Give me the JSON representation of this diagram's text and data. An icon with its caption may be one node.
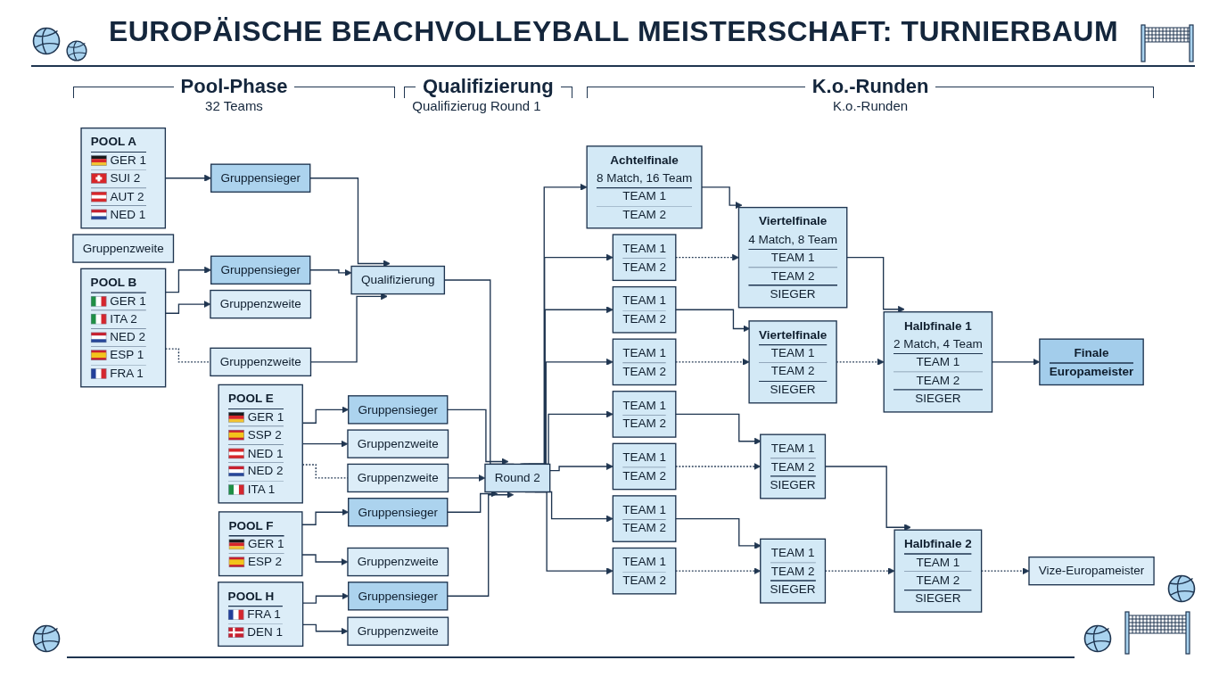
{
  "diagram": {
    "title": "EUROPÄISCHE BEACHVOLLEYBALL MEISTERSCHAFT: TURNIERBAUM",
    "nodes": [
      {
        "text": [
          "POOL A",
          "GER 1",
          "SUI 2",
          "AUT 2",
          "NED 1"
        ]
      },
      {
        "text": [
          "Gruppensieger"
        ]
      },
      {
        "text": [
          "Gruppenzweite"
        ]
      },
      {
        "text": [
          "POOL B",
          "GER 1",
          "ITA 2",
          "NED 2",
          "ESP 1",
          "FRA 1"
        ]
      },
      {
        "text": [
          "Gruppensieger"
        ]
      },
      {
        "text": [
          "Gruppenzweite"
        ]
      },
      {
        "text": [
          "Gruppenzweite"
        ]
      },
      {
        "text": [
          "POOL E",
          "GER 1",
          "SSP 2",
          "NED 1",
          "NED 2",
          "ITA 1"
        ]
      },
      {
        "text": [
          "Gruppensieger"
        ]
      },
      {
        "text": [
          "Gruppenzweite"
        ]
      },
      {
        "text": [
          "Gruppenzweite"
        ]
      },
      {
        "text": [
          "POOL F",
          "GER 1",
          "ESP 2"
        ]
      },
      {
        "text": [
          "Gruppensieger"
        ]
      },
      {
        "text": [
          "Gruppenzweite"
        ]
      },
      {
        "text": [
          "POOL H",
          "FRA 1",
          "DEN 1"
        ]
      },
      {
        "text": [
          "Gruppensieger"
        ]
      },
      {
        "text": [
          "Gruppenzweite"
        ]
      },
      {
        "text": [
          "Qualifizierung"
        ]
      },
      {
        "text": [
          "Round 2"
        ]
      },
      {
        "text": [
          "Achtelfinale",
          "8 Match, 16 Team",
          "TEAM 1",
          "TEAM 2"
        ]
      },
      {
        "text": [
          "TEAM 1",
          "TEAM 2"
        ]
      },
      {
        "text": [
          "TEAM 1",
          "TEAM 2"
        ]
      },
      {
        "text": [
          "TEAM 1",
          "TEAM 2"
        ]
      },
      {
        "text": [
          "TEAM 1",
          "TEAM 2"
        ]
      },
      {
        "text": [
          "TEAM 1",
          "TEAM 2"
        ]
      },
      {
        "text": [
          "TEAM 1",
          "TEAM 2"
        ]
      },
      {
        "text": [
          "TEAM 1",
          "TEAM 2"
        ]
      },
      {
        "text": [
          "Viertelfinale",
          "4 Match, 8 Team",
          "TEAM 1",
          "TEAM 2",
          "SIEGER"
        ]
      },
      {
        "text": [
          "Viertelfinale",
          "TEAM 1",
          "TEAM 2",
          "SIEGER"
        ]
      },
      {
        "text": [
          "TEAM 1",
          "TEAM 2",
          "SIEGER"
        ]
      },
      {
        "text": [
          "TEAM 1",
          "TEAM 2",
          "SIEGER"
        ]
      },
      {
        "text": [
          "Halbfinale 1",
          "2 Match, 4 Team",
          "TEAM 1",
          "TEAM 2",
          "SIEGER"
        ]
      },
      {
        "text": [
          "Halbfinale 2",
          "TEAM 1",
          "TEAM 2",
          "SIEGER"
        ]
      },
      {
        "text": [
          "Finale",
          "Europameister"
        ]
      },
      {
        "text": [
          "Vize-Europameister"
        ]
      }
    ],
    "edges": [
      {
        "from": 0,
        "to": 1,
        "arrow": "to"
      },
      {
        "from": 3,
        "to": 4,
        "arrow": "to"
      },
      {
        "from": 3,
        "to": 5,
        "arrow": "to"
      },
      {
        "from": 3,
        "to": 6,
        "arrow": "none",
        "style": "dashed"
      },
      {
        "from": 7,
        "to": 8,
        "arrow": "to"
      },
      {
        "from": 7,
        "to": 9,
        "arrow": "to"
      },
      {
        "from": 7,
        "to": 10,
        "arrow": "none",
        "style": "dashed"
      },
      {
        "from": 11,
        "to": 12,
        "arrow": "to"
      },
      {
        "from": 11,
        "to": 13,
        "arrow": "to"
      },
      {
        "from": 14,
        "to": 15,
        "arrow": "to"
      },
      {
        "from": 14,
        "to": 16,
        "arrow": "to"
      },
      {
        "from": 1,
        "to": 17,
        "arrow": "to"
      },
      {
        "from": 4,
        "to": 17,
        "arrow": "to"
      },
      {
        "from": 6,
        "to": 17,
        "arrow": "to"
      },
      {
        "from": 8,
        "to": 18,
        "arrow": "to"
      },
      {
        "from": 10,
        "to": 18,
        "arrow": "to"
      },
      {
        "from": 12,
        "to": 18,
        "arrow": "to"
      },
      {
        "from": 15,
        "to": 18,
        "arrow": "to"
      },
      {
        "from": 17,
        "to": 18,
        "arrow": "none"
      },
      {
        "from": 18,
        "to": 19,
        "arrow": "to"
      },
      {
        "from": 18,
        "to": 20,
        "arrow": "to"
      },
      {
        "from": 18,
        "to": 21,
        "arrow": "to"
      },
      {
        "from": 18,
        "to": 22,
        "arrow": "to"
      },
      {
        "from": 18,
        "to": 23,
        "arrow": "to"
      },
      {
        "from": 18,
        "to": 24,
        "arrow": "to"
      },
      {
        "from": 18,
        "to": 25,
        "arrow": "to"
      },
      {
        "from": 18,
        "to": 26,
        "arrow": "to"
      },
      {
        "from": 19,
        "to": 27,
        "arrow": "to"
      },
      {
        "from": 20,
        "to": 27,
        "arrow": "to",
        "style": "dashed"
      },
      {
        "from": 21,
        "to": 28,
        "arrow": "to"
      },
      {
        "from": 22,
        "to": 28,
        "arrow": "to",
        "style": "dashed"
      },
      {
        "from": 23,
        "to": 29,
        "arrow": "to"
      },
      {
        "from": 24,
        "to": 29,
        "arrow": "to",
        "style": "dashed"
      },
      {
        "from": 25,
        "to": 30,
        "arrow": "to"
      },
      {
        "from": 26,
        "to": 30,
        "arrow": "to",
        "style": "dashed"
      },
      {
        "from": 27,
        "to": 31,
        "arrow": "to"
      },
      {
        "from": 28,
        "to": 31,
        "arrow": "to",
        "style": "dashed"
      },
      {
        "from": 29,
        "to": 32,
        "arrow": "to"
      },
      {
        "from": 30,
        "to": 32,
        "arrow": "to",
        "style": "dashed"
      },
      {
        "from": 31,
        "to": 33,
        "arrow": "to"
      },
      {
        "from": 32,
        "to": 34,
        "arrow": "to",
        "style": "dashed"
      }
    ],
    "labels": [
      "Pool-Phase",
      "32 Teams",
      "Qualifizierung",
      "Qualifizierug Round 1",
      "K.o.-Runden",
      "K.o.-Runden"
    ]
  }
}
